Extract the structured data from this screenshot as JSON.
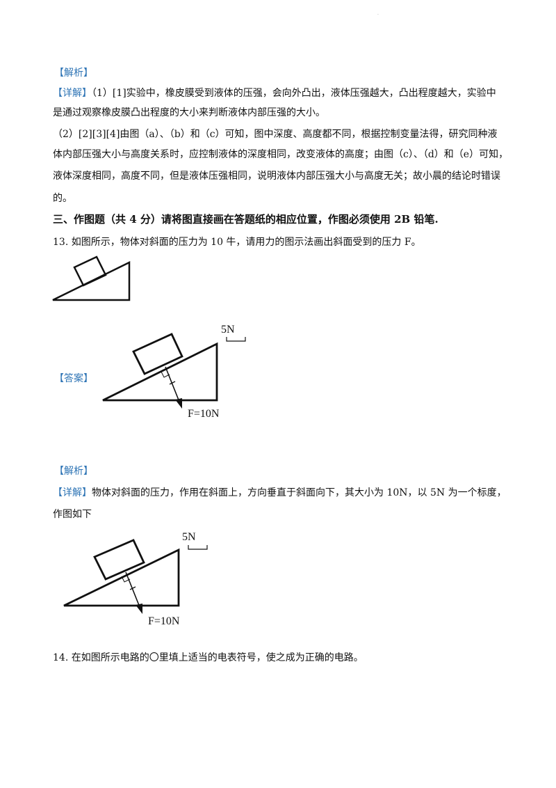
{
  "s12_jiexi": "【解析】",
  "s12_detail_tag": "【详解】",
  "s12_line1": "（1）[1]实验中，橡皮膜受到液体的压强，会向外凸出，液体压强越大，凸出程度越大，实验中",
  "s12_line2": "是通过观察橡皮膜凸出程度的大小来判断液体内部压强的大小。",
  "s12_line3": "（2）[2][3][4]由图（a）、（b）和（c）可知，图中深度、高度都不同，根据控制变量法得，研究同种液",
  "s12_line4": "体内部压强大小与高度关系时，应控制液体的深度相同，改变液体的高度；由图（c）、（d）和（e）可知，",
  "s12_line5": "液体深度相同，高度不同，但是液体压强相同，说明液体内部压强大小与高度无关；故小晨的结论时错误",
  "s12_line6": "的。",
  "section3_heading": "三、作图题（共 4 分）请将图直接画在答题纸的相应位置，作图必须使用 2B 铅笔.",
  "q13_text": "13. 如图所示，物体对斜面的压力为 10 牛，请用力的图示法画出斜面受到的压力 F。",
  "answer_tag": "【答案】",
  "scale_label": "5N",
  "force_label": "F=10N",
  "q13_jiexi": "【解析】",
  "q13_detail_tag": "【详解】",
  "q13_line1": "物体对斜面的压力，作用在斜面上，方向垂直于斜面向下，其大小为 10N，以 5N 为一个标度，",
  "q13_line2": "作图如下",
  "q14_text": "14. 在如图所示电路的〇里填上适当的电表符号，使之成为正确的电路。"
}
